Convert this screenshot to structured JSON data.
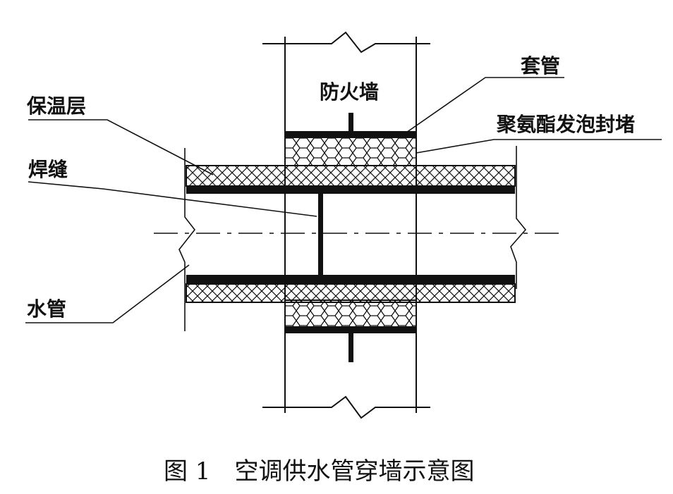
{
  "labels": {
    "firewall": "防火墙",
    "sleeve": "套管",
    "insulation": "保温层",
    "foam_seal": "聚氨酯发泡封堵",
    "weld": "焊缝",
    "water_pipe": "水管"
  },
  "caption": "图 1　空调供水管穿墙示意图",
  "colors": {
    "ink": "#111111",
    "background": "#ffffff"
  }
}
